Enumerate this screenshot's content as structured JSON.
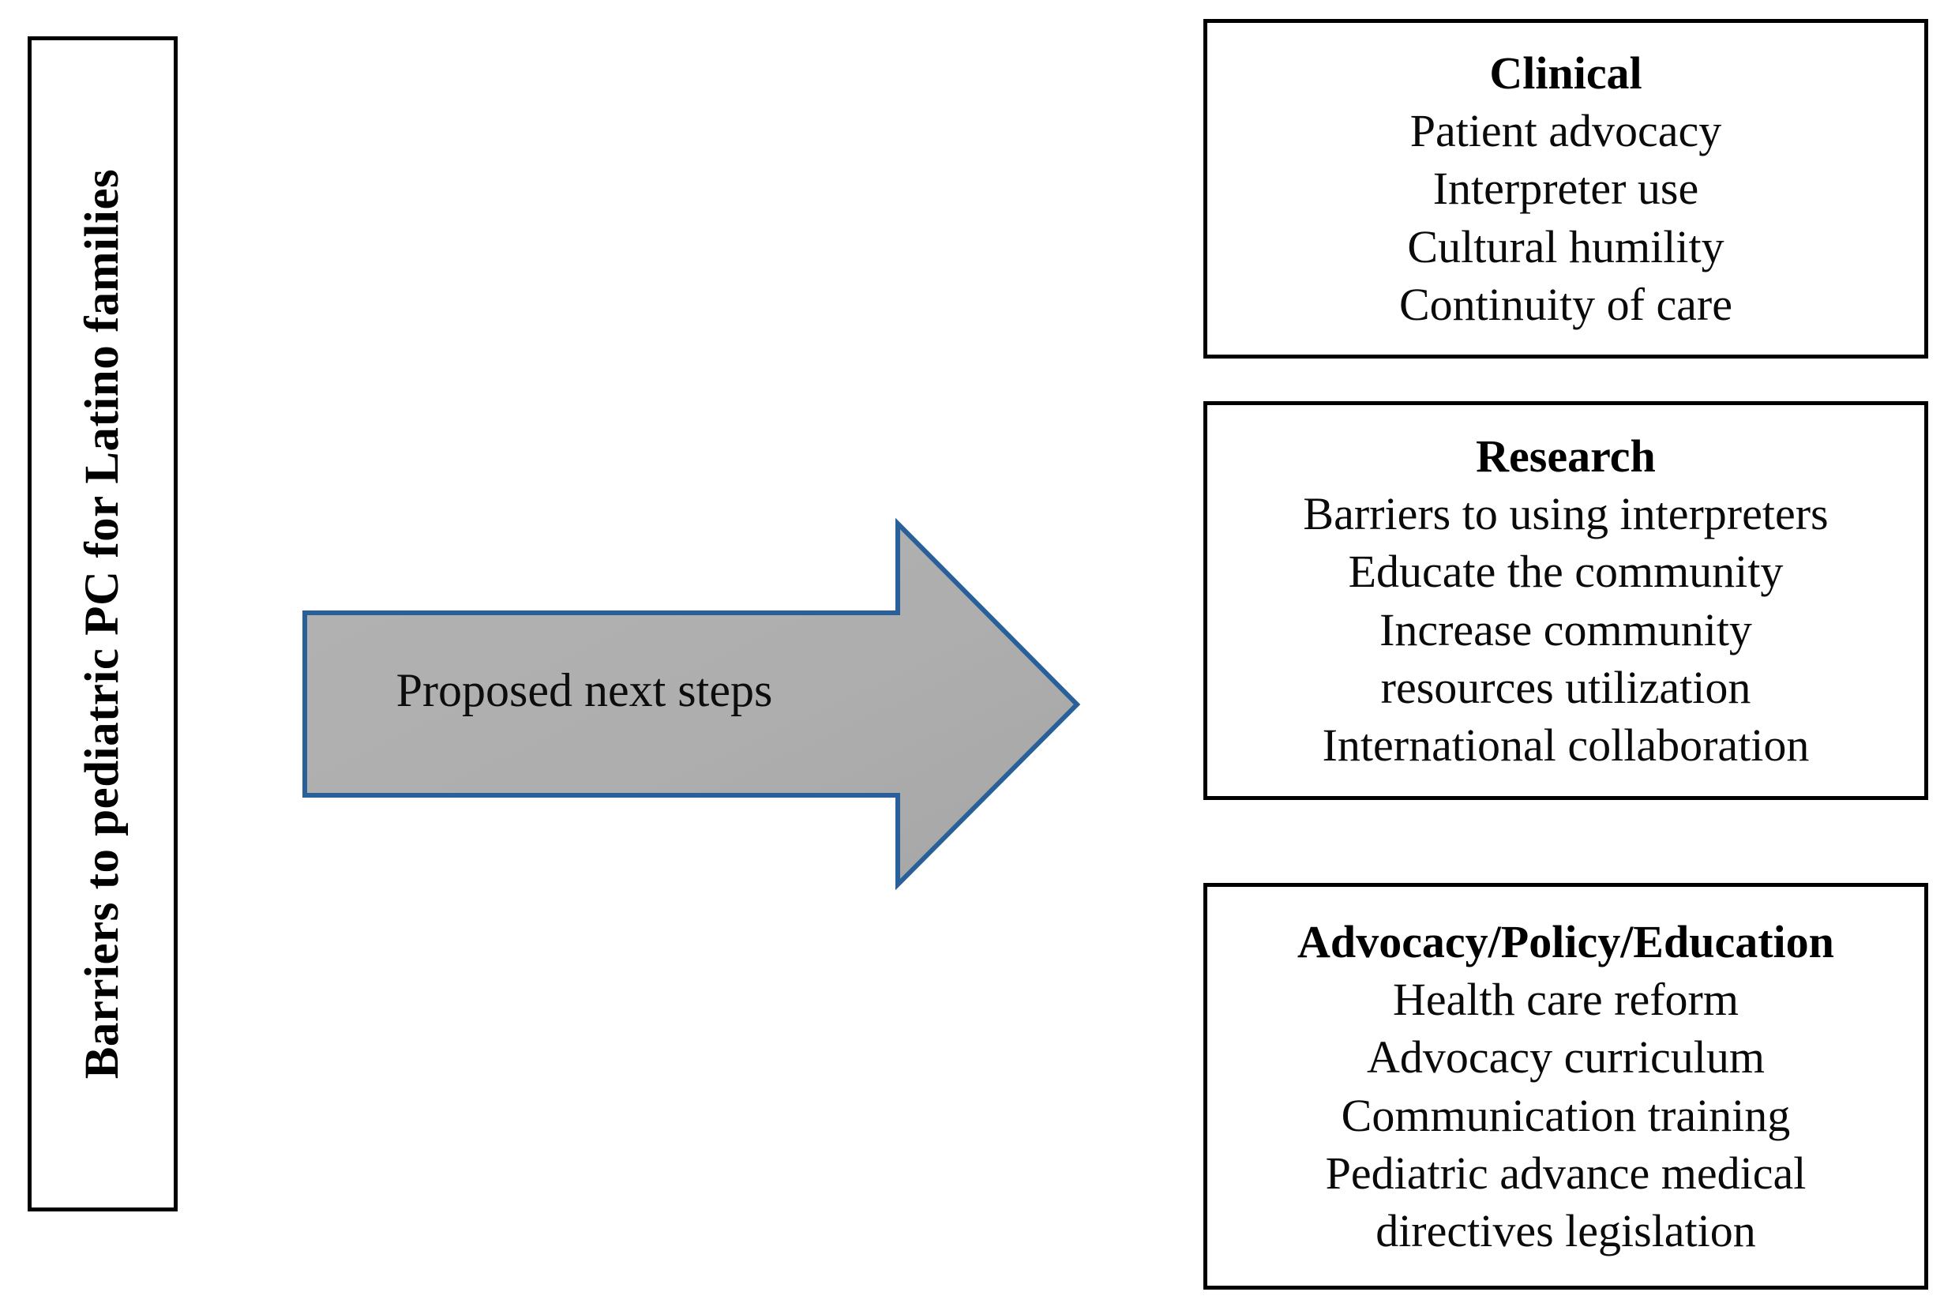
{
  "diagram": {
    "source_box": {
      "label": "Barriers to pediatric PC for Latino families",
      "orientation": "vertical-bottom-to-top"
    },
    "arrow": {
      "label": "Proposed next steps",
      "fill_color": "#ADADAD",
      "border_color": "#2A6099",
      "direction": "right"
    },
    "outcome_boxes": [
      {
        "title": "Clinical",
        "lines": [
          "Patient advocacy",
          "Interpreter use",
          "Cultural humility",
          "Continuity of care"
        ]
      },
      {
        "title": "Research",
        "lines": [
          "Barriers to using interpreters",
          "Educate the community",
          "Increase community",
          "resources utilization",
          "International collaboration"
        ]
      },
      {
        "title": "Advocacy/Policy/Education",
        "lines": [
          "Health care reform",
          "Advocacy curriculum",
          "Communication training",
          "Pediatric advance medical",
          "directives legislation"
        ]
      }
    ]
  }
}
